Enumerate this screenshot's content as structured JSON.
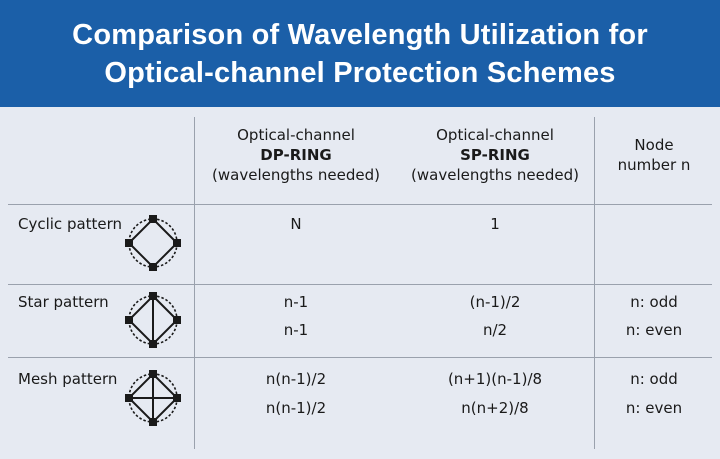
{
  "title": {
    "line1": "Comparison of Wavelength Utilization for",
    "line2": "Optical-channel Protection Schemes"
  },
  "columns": {
    "dp": {
      "line1": "Optical-channel",
      "line2": "DP-RING",
      "line3": "(wavelengths needed)"
    },
    "sp": {
      "line1": "Optical-channel",
      "line2": "SP-RING",
      "line3": "(wavelengths needed)"
    },
    "node": {
      "line1": "Node",
      "line2": "number n"
    }
  },
  "rows": [
    {
      "label": "Cyclic pattern",
      "diagram_icon": "cyclic-ring-icon",
      "lines": [
        {
          "dp": "N",
          "sp": "1",
          "node": ""
        }
      ]
    },
    {
      "label": "Star pattern",
      "diagram_icon": "star-ring-icon",
      "lines": [
        {
          "dp": "n-1",
          "sp": "(n-1)/2",
          "node": "n: odd"
        },
        {
          "dp": "n-1",
          "sp": "n/2",
          "node": "n: even"
        }
      ]
    },
    {
      "label": "Mesh pattern",
      "diagram_icon": "mesh-ring-icon",
      "lines": [
        {
          "dp": "n(n-1)/2",
          "sp": "(n+1)(n-1)/8",
          "node": "n: odd"
        },
        {
          "dp": "n(n-1)/2",
          "sp": "n(n+2)/8",
          "node": "n: even"
        }
      ]
    }
  ],
  "colors": {
    "banner": "#1b5fa8",
    "background": "#e6eaf2",
    "rules": "#9aa1ad",
    "ink": "#1a1a1a"
  }
}
